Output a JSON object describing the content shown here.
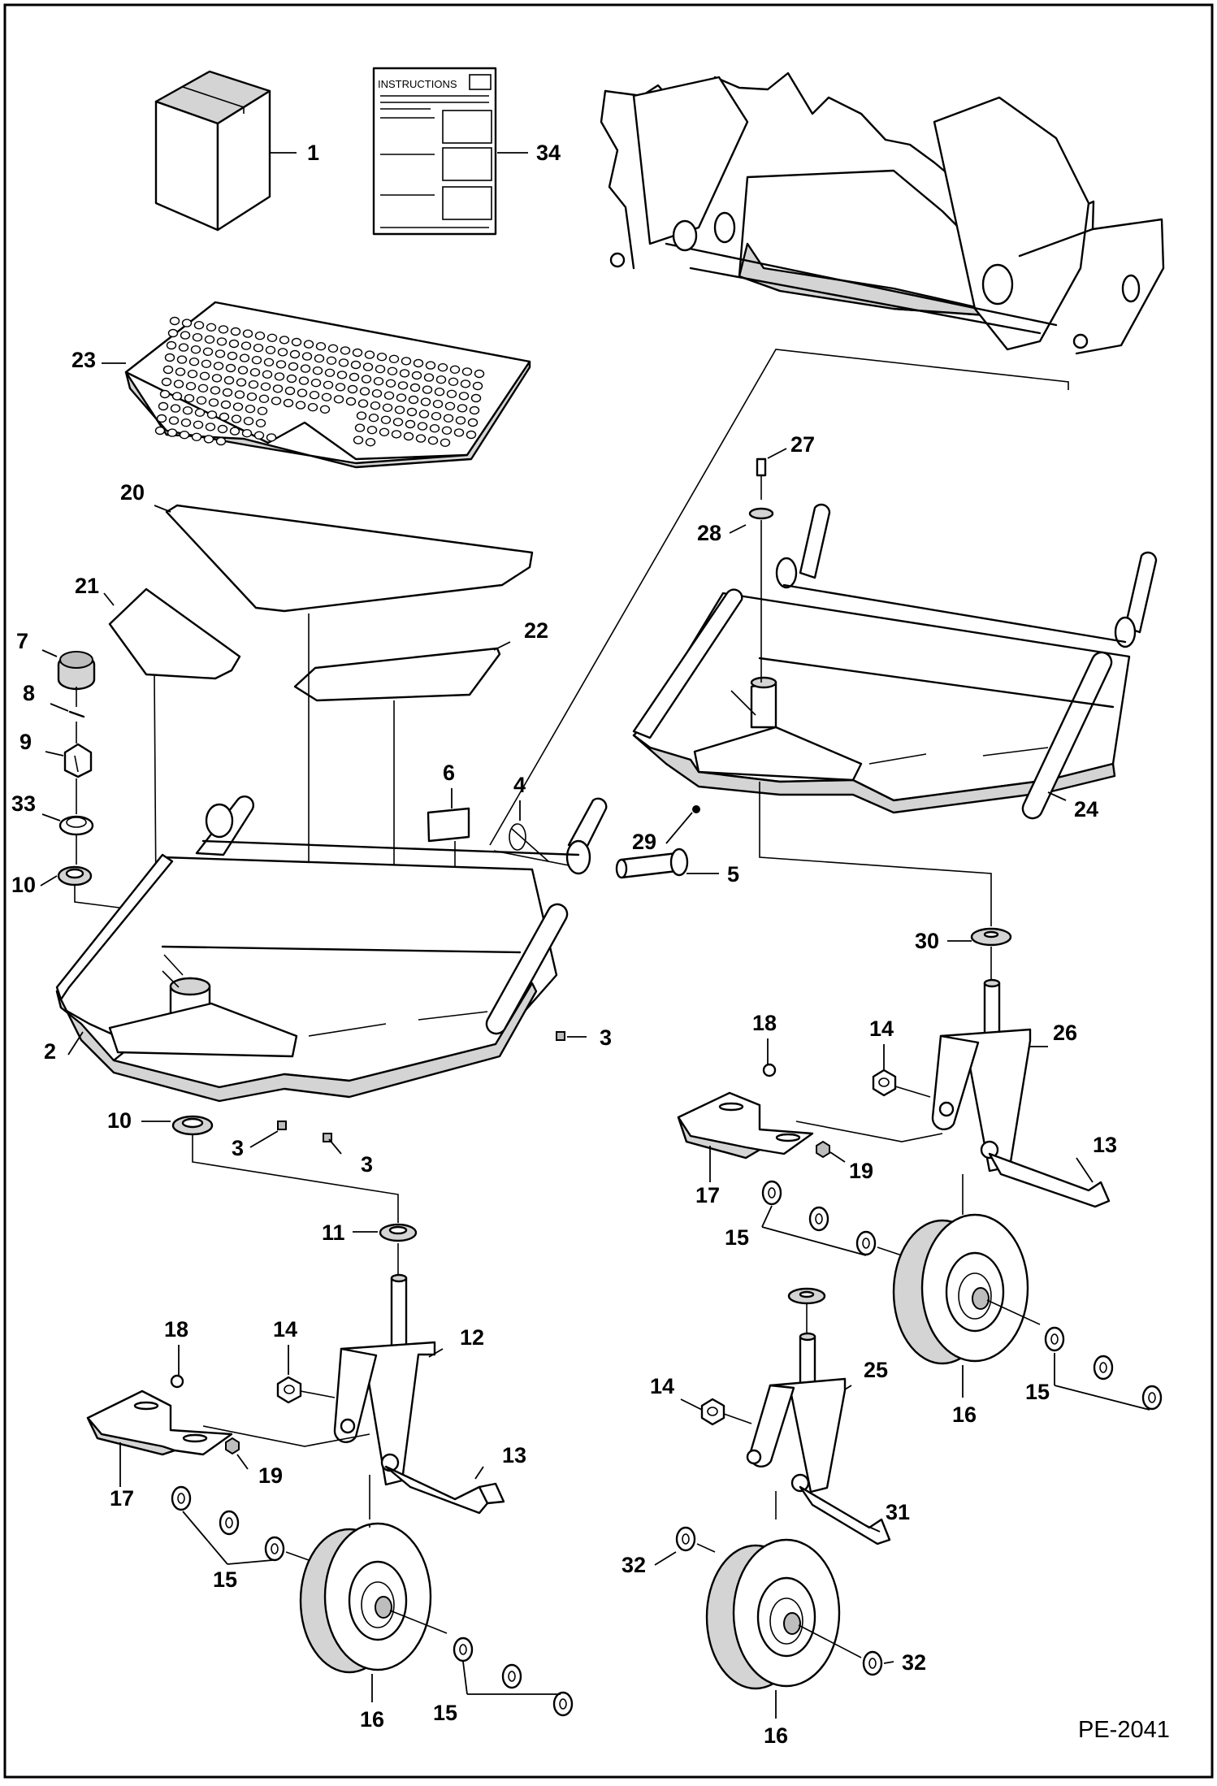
{
  "diagram": {
    "reference_code": "PE-2041",
    "instructions_label": "INSTRUCTIONS",
    "callouts": [
      "1",
      "34",
      "23",
      "20",
      "21",
      "22",
      "7",
      "8",
      "9",
      "33",
      "10",
      "2",
      "6",
      "4",
      "5",
      "3",
      "3",
      "3",
      "10",
      "11",
      "12",
      "14",
      "18",
      "17",
      "19",
      "13",
      "15",
      "16",
      "15",
      "27",
      "28",
      "24",
      "29",
      "30",
      "26",
      "14",
      "18",
      "17",
      "19",
      "13",
      "15",
      "16",
      "15",
      "25",
      "14",
      "31",
      "32",
      "16",
      "32"
    ]
  }
}
